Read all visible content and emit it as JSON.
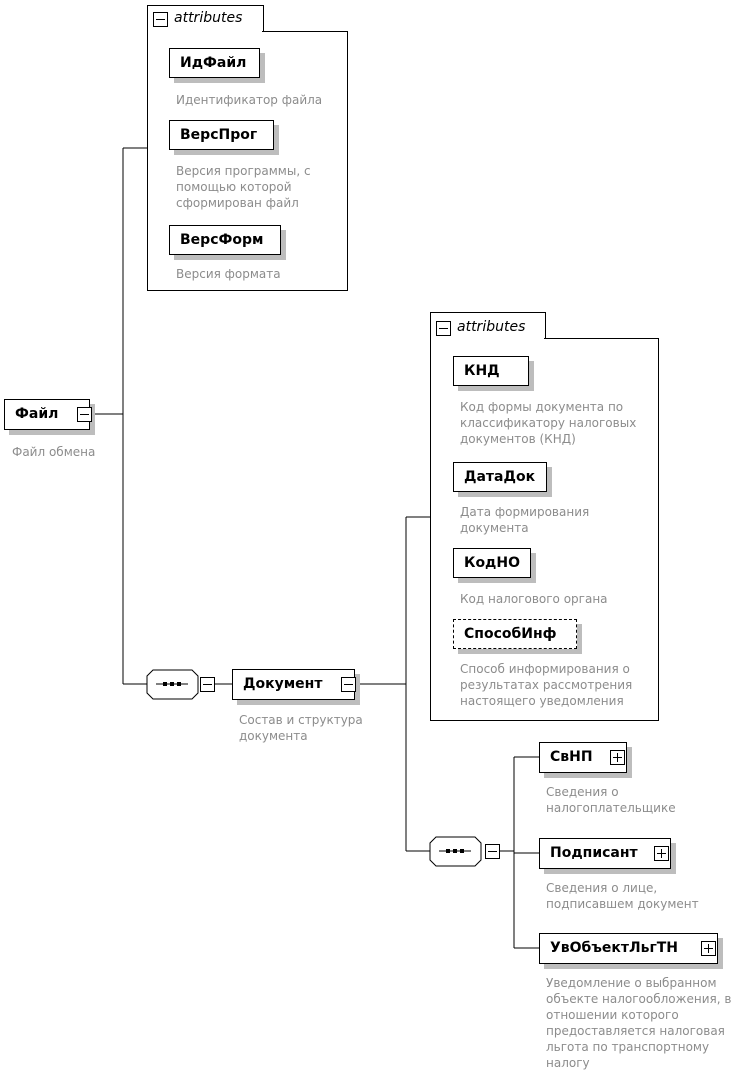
{
  "root": {
    "name": "Файл",
    "description": "Файл обмена",
    "attributes_title": "attributes",
    "attributes": [
      {
        "name": "ИдФайл",
        "description": "Идентификатор файла",
        "optional": false
      },
      {
        "name": "ВерсПрог",
        "description": "Версия программы, с помощью которой сформирован файл",
        "optional": false
      },
      {
        "name": "ВерсФорм",
        "description": "Версия формата",
        "optional": false
      }
    ]
  },
  "document": {
    "name": "Документ",
    "description": "Состав и структура документа",
    "attributes_title": "attributes",
    "attributes": [
      {
        "name": "КНД",
        "description": "Код формы документа по классификатору налоговых документов (КНД)",
        "optional": false
      },
      {
        "name": "ДатаДок",
        "description": "Дата формирования документа",
        "optional": false
      },
      {
        "name": "КодНО",
        "description": "Код налогового органа",
        "optional": false
      },
      {
        "name": "СпособИнф",
        "description": "Способ информирования о результатах рассмотрения настоящего уведомления",
        "optional": true
      }
    ]
  },
  "children": [
    {
      "name": "СвНП",
      "description": "Сведения о налогоплательщике"
    },
    {
      "name": "Подписант",
      "description": "Сведения о лице, подписавшем документ"
    },
    {
      "name": "УвОбъектЛьгТН",
      "description": "Уведомление о выбранном объекте налогообложения, в отношении которого предоставляется налоговая льгота по транспортному налогу"
    }
  ]
}
